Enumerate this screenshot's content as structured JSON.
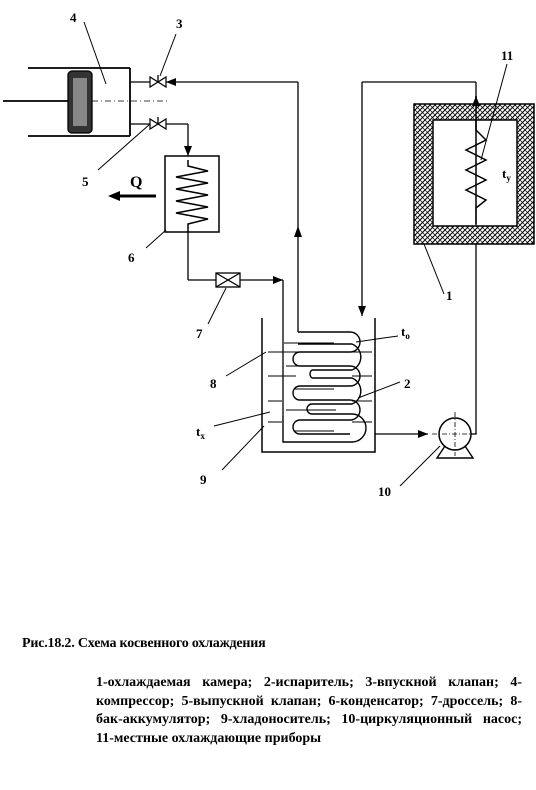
{
  "labels": {
    "l1": "1",
    "l2": "2",
    "l3": "3",
    "l4": "4",
    "l5": "5",
    "l6": "6",
    "l7": "7",
    "l8": "8",
    "l9": "9",
    "l10": "10",
    "l11": "11",
    "heat": "Q",
    "t_main": "t",
    "t_sub_o": "o",
    "tx_main": "t",
    "tx_sub": "x",
    "ty_main": "t",
    "ty_sub": "y"
  },
  "caption": {
    "title": "Рис.18.2. Схема косвенного охлаждения",
    "legend": "1-охлаждаемая камера; 2-испаритель; 3-впускной клапан; 4-компрессор; 5-выпускной клапан; 6-конденсатор; 7-дроссель; 8-бак-аккумулятор; 9-хладоноситель; 10-циркуляционный насос; 11-местные охлаждающие приборы"
  }
}
